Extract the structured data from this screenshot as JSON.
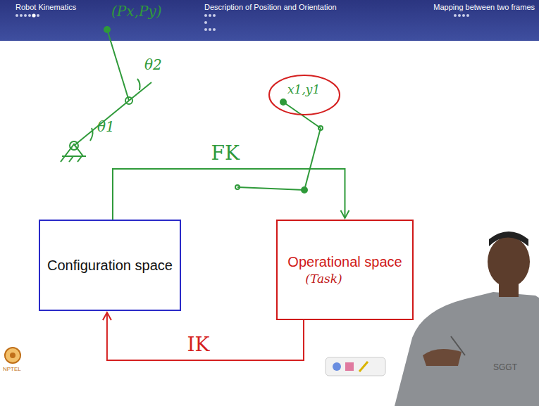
{
  "diagram": {
    "nodes": [
      {
        "text": [
          "Configuration space"
        ]
      },
      {
        "text": [
          "Operational space",
          "(Task)"
        ]
      }
    ],
    "edges": [
      {
        "from": 0,
        "to": 1,
        "arrow": "to",
        "label": "FK"
      },
      {
        "from": 1,
        "to": 0,
        "arrow": "to",
        "label": "IK"
      }
    ],
    "labels": [
      "Robot Kinematics",
      "Description of Position and Orientation",
      "Mapping between two frames",
      "(Px,Py)",
      "θ2",
      "θ1",
      "x1,y1",
      "SGGT",
      "NPTEL"
    ]
  }
}
